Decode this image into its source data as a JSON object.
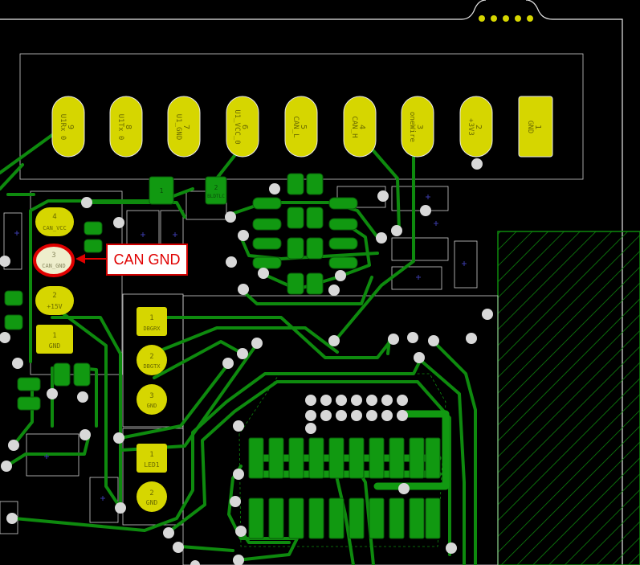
{
  "colors": {
    "background": "#000000",
    "outline": "#e8e8e8",
    "pad": "#d6d600",
    "trace": "#0e8a0e",
    "smd": "#119911",
    "via": "#d8d8d8",
    "callout_border": "#d00000",
    "callout_text": "#e00000"
  },
  "header_pins": [
    {
      "num": "9",
      "label": "U1Rx 0"
    },
    {
      "num": "8",
      "label": "U1Tx 0"
    },
    {
      "num": "7",
      "label": "U1_GND"
    },
    {
      "num": "6",
      "label": "U1_VCC_0"
    },
    {
      "num": "5",
      "label": "CAN_L"
    },
    {
      "num": "4",
      "label": "CAN_H"
    },
    {
      "num": "3",
      "label": "oneWire"
    },
    {
      "num": "2",
      "label": "+3V3"
    },
    {
      "num": "1",
      "label": "GND"
    }
  ],
  "can_connector": [
    {
      "num": "4",
      "label": "CAN_VCC"
    },
    {
      "num": "3",
      "label": "CAN_GND"
    },
    {
      "num": "2",
      "label": "+15V"
    },
    {
      "num": "1",
      "label": "GND"
    }
  ],
  "dbg_connector": [
    {
      "num": "1",
      "label": "DBGRX"
    },
    {
      "num": "2",
      "label": "DBGTX"
    },
    {
      "num": "3",
      "label": "GND"
    }
  ],
  "led_connector": [
    {
      "num": "1",
      "label": "LED1"
    },
    {
      "num": "2",
      "label": "GND"
    }
  ],
  "small_parts": [
    {
      "num": "1",
      "label": "1"
    },
    {
      "num": "2",
      "label": "BLDTLC"
    }
  ],
  "callout": {
    "text": "CAN GND"
  }
}
